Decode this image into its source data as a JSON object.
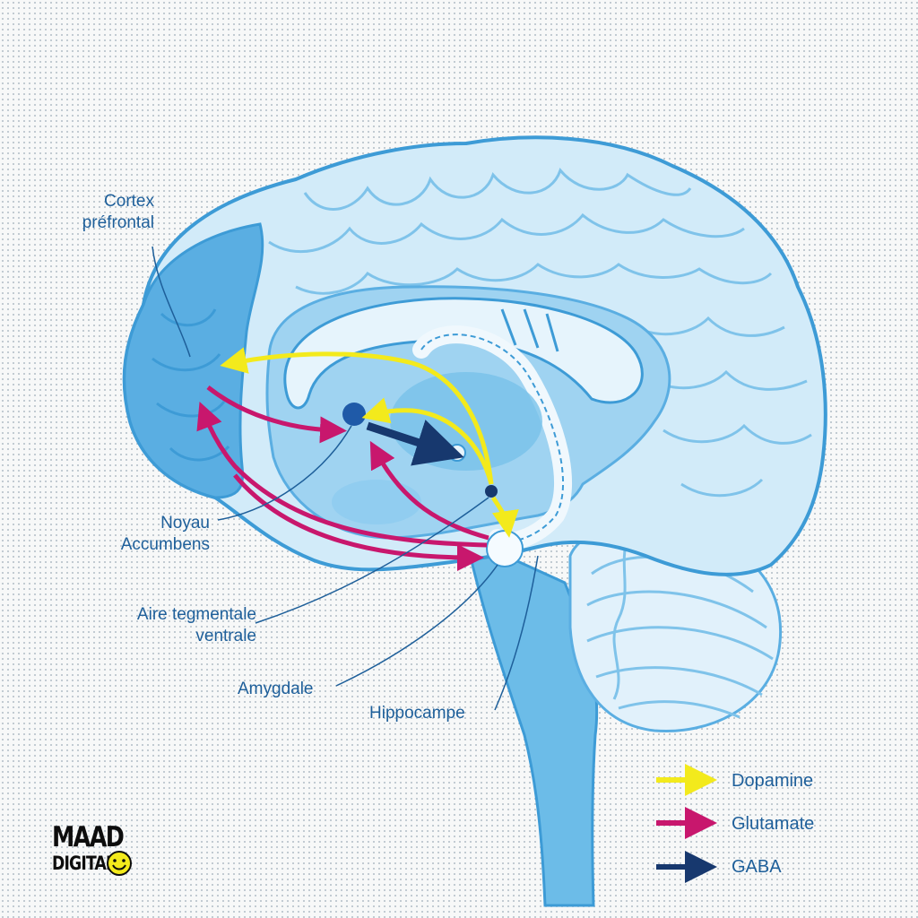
{
  "labels": {
    "cortex_line1": "Cortex",
    "cortex_line2": "préfrontal",
    "noyau_line1": "Noyau",
    "noyau_line2": "Accumbens",
    "aire_line1": "Aire tegmentale",
    "aire_line2": "ventrale",
    "amygdale": "Amygdale",
    "hippocampe": "Hippocampe"
  },
  "legend": [
    {
      "label": "Dopamine",
      "color": "#f3ea1c"
    },
    {
      "label": "Glutamate",
      "color": "#c8176d"
    },
    {
      "label": "GABA",
      "color": "#17386e"
    }
  ],
  "logo": {
    "line1": "MAAD",
    "line2": "DIGITAL"
  },
  "colors": {
    "brain_light": "#d2ebf9",
    "brain_mid": "#9fd3f1",
    "brain_outline": "#3d9bd6",
    "prefrontal": "#5aaee2",
    "label_text": "#1e5f9a"
  }
}
